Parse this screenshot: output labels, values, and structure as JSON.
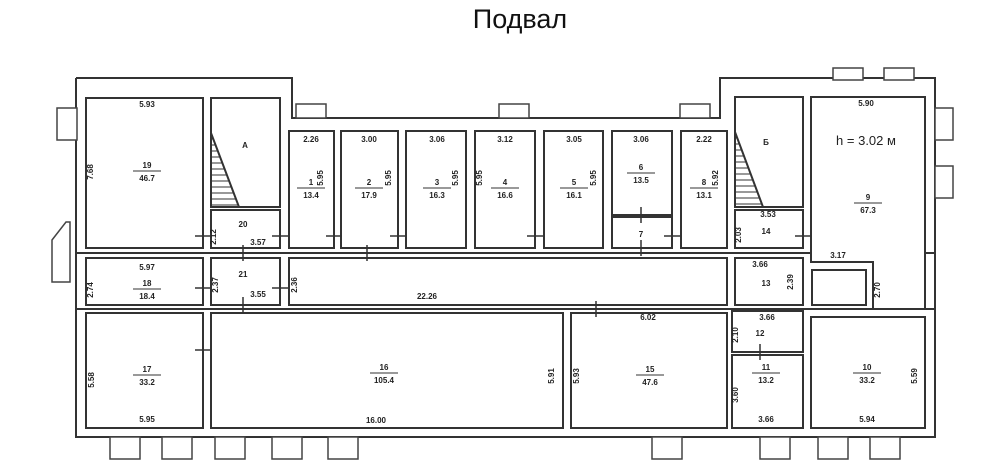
{
  "title": "Подвал",
  "ceiling_height": "h = 3.02 м",
  "corridor_length": "22.26",
  "rooms": [
    {
      "id": "19",
      "num": "19",
      "area": "46.7",
      "dims": [
        "5.93",
        "7.68"
      ]
    },
    {
      "id": "A",
      "num": "А",
      "area": "",
      "dims": []
    },
    {
      "id": "20",
      "num": "20",
      "area": "",
      "dims": [
        "2.12",
        "3.57"
      ]
    },
    {
      "id": "1",
      "num": "1",
      "area": "13.4",
      "dims": [
        "2.26",
        "5.95"
      ]
    },
    {
      "id": "2",
      "num": "2",
      "area": "17.9",
      "dims": [
        "3.00",
        "5.95"
      ]
    },
    {
      "id": "3",
      "num": "3",
      "area": "16.3",
      "dims": [
        "3.06",
        "5.95"
      ]
    },
    {
      "id": "4",
      "num": "4",
      "area": "16.6",
      "dims": [
        "3.12",
        "5.95"
      ]
    },
    {
      "id": "5",
      "num": "5",
      "area": "16.1",
      "dims": [
        "3.05",
        "5.95"
      ]
    },
    {
      "id": "6",
      "num": "6",
      "area": "13.5",
      "dims": [
        "3.06"
      ]
    },
    {
      "id": "7",
      "num": "7",
      "area": "",
      "dims": []
    },
    {
      "id": "8",
      "num": "8",
      "area": "13.1",
      "dims": [
        "2.22",
        "5.92"
      ]
    },
    {
      "id": "B",
      "num": "Б",
      "area": "",
      "dims": []
    },
    {
      "id": "14",
      "num": "14",
      "area": "",
      "dims": [
        "3.53",
        "2.03"
      ]
    },
    {
      "id": "9",
      "num": "9",
      "area": "67.3",
      "dims": [
        "5.90",
        "3.17",
        "2.70"
      ]
    },
    {
      "id": "18",
      "num": "18",
      "area": "18.4",
      "dims": [
        "5.97",
        "2.74"
      ]
    },
    {
      "id": "21",
      "num": "21",
      "area": "",
      "dims": [
        "2.37",
        "3.55"
      ]
    },
    {
      "id": "22",
      "num": "",
      "area": "",
      "dims": [
        "2.36"
      ]
    },
    {
      "id": "13",
      "num": "13",
      "area": "",
      "dims": [
        "3.66",
        "2.39"
      ]
    },
    {
      "id": "17",
      "num": "17",
      "area": "33.2",
      "dims": [
        "5.58",
        "5.95"
      ]
    },
    {
      "id": "16",
      "num": "16",
      "area": "105.4",
      "dims": [
        "5.91",
        "16.00"
      ]
    },
    {
      "id": "15",
      "num": "15",
      "area": "47.6",
      "dims": [
        "6.02",
        "5.93"
      ]
    },
    {
      "id": "12",
      "num": "12",
      "area": "",
      "dims": [
        "3.66",
        "2.10"
      ]
    },
    {
      "id": "11",
      "num": "11",
      "area": "13.2",
      "dims": [
        "3.60",
        "3.66"
      ]
    },
    {
      "id": "10",
      "num": "10",
      "area": "33.2",
      "dims": [
        "5.59",
        "5.94"
      ]
    }
  ]
}
